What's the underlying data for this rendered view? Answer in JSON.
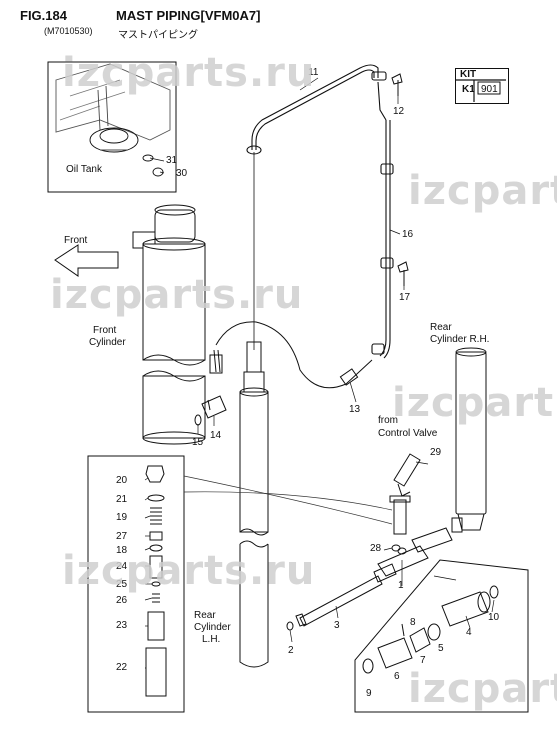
{
  "header": {
    "fig_number": "FIG.184",
    "title": "MAST PIPING[VFM0A7]",
    "code": "(M7010530)",
    "japanese_title": "マストパイピング"
  },
  "kit": {
    "label": "KIT",
    "row_label": "K1",
    "row_value": "901"
  },
  "labels": {
    "oil_tank": "Oil Tank",
    "front": "Front",
    "front_cylinder_1": "Front",
    "front_cylinder_2": "Cylinder",
    "rear_rh_1": "Rear",
    "rear_rh_2": "Cylinder R.H.",
    "from_cv_1": "from",
    "from_cv_2": "Control Valve",
    "rear_lh_1": "Rear",
    "rear_lh_2": "Cylinder",
    "rear_lh_3": "L.H."
  },
  "watermark": "izcparts.ru",
  "watermark_partial": "izcpart",
  "callouts": {
    "n1": "1",
    "n2": "2",
    "n3": "3",
    "n4": "4",
    "n5": "5",
    "n6": "6",
    "n7": "7",
    "n8": "8",
    "n9": "9",
    "n10": "10",
    "n11": "11",
    "n12": "12",
    "n13": "13",
    "n14": "14",
    "n15": "15",
    "n16": "16",
    "n17": "17",
    "n18": "18",
    "n19": "19",
    "n20": "20",
    "n21": "21",
    "n22": "22",
    "n23": "23",
    "n24": "24",
    "n25": "25",
    "n26": "26",
    "n27": "27",
    "n28": "28",
    "n29": "29",
    "n30": "30",
    "n31": "31"
  }
}
